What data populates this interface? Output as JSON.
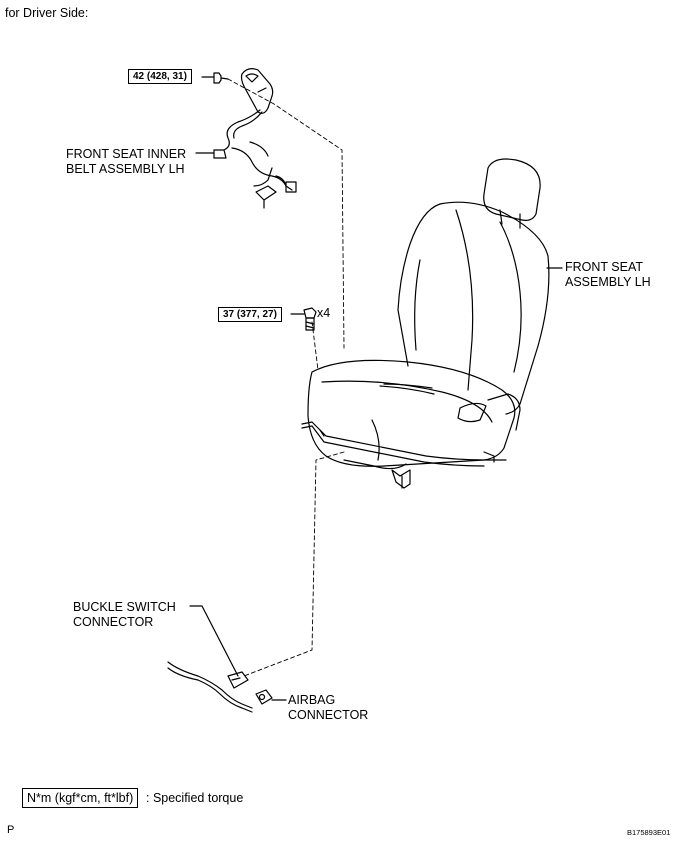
{
  "header": {
    "title": "for Driver Side:"
  },
  "callouts": {
    "torque_top": "42 (428, 31)",
    "torque_mid": "37 (377, 27)",
    "bolt_qty": "x4",
    "inner_belt_line1": "FRONT SEAT INNER",
    "inner_belt_line2": "BELT ASSEMBLY LH",
    "seat_line1": "FRONT SEAT",
    "seat_line2": "ASSEMBLY LH",
    "buckle_line1": "BUCKLE SWITCH",
    "buckle_line2": "CONNECTOR",
    "airbag_line1": "AIRBAG",
    "airbag_line2": "CONNECTOR"
  },
  "legend": {
    "unit_label": "N*m (kgf*cm, ft*lbf)",
    "description": ": Specified torque"
  },
  "footer": {
    "page_marker": "P",
    "figure_id": "B175893E01"
  }
}
